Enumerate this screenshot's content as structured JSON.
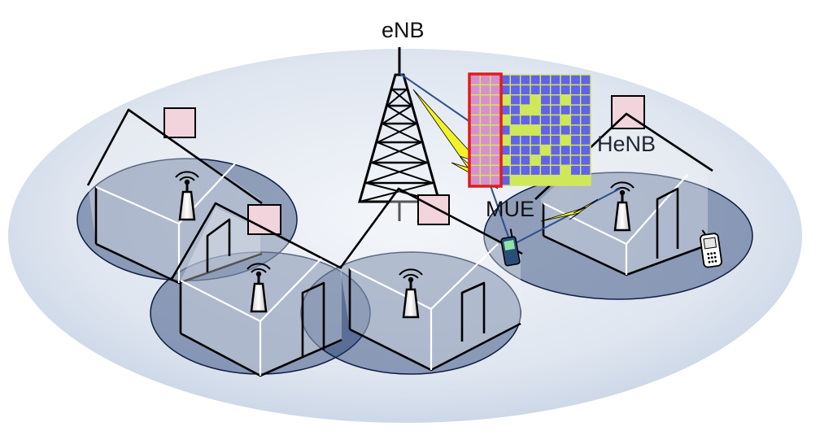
{
  "labels": {
    "enb": "eNB",
    "henb": "HeNB",
    "mue": "MUE"
  },
  "colors": {
    "macro_cell": "#d9e1ee",
    "femto_cell": "#1f3a6e",
    "rb_grid_free": "#6262e8",
    "rb_grid_used": "#cfe85a",
    "rb_highlight_border": "#e01b1b",
    "rb_highlight_fill": "#d78fd0",
    "interference_bolt": "#f3f22a",
    "link_line": "#2d4f8c"
  },
  "icons": {
    "tower": "lattice-tower-icon",
    "femto_ap": "femto-antenna-icon",
    "mue_phone": "mobile-phone-icon",
    "fue_phone": "cell-phone-icon"
  }
}
